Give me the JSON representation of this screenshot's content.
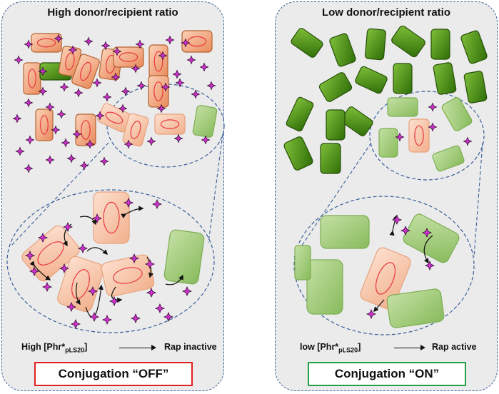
{
  "left_panel": {
    "title": "High donor/recipient ratio",
    "caption": {
      "prefix": "High [Phr*",
      "subscript": "pLS20",
      "suffix": "]",
      "result": "Rap inactive"
    },
    "state_label": "Conjugation “OFF”",
    "state_color": "#e02020"
  },
  "right_panel": {
    "title": "Low donor/recipient ratio",
    "caption": {
      "prefix": "low [Phr*",
      "subscript": "pLS20",
      "suffix": "]",
      "result": "Rap active"
    },
    "state_label": "Conjugation “ON”",
    "state_color": "#21a045"
  },
  "colors": {
    "donor_cell": "#f4a77f",
    "donor_cell_light": "#f6c6a8",
    "recipient_cell": "#4f9a14",
    "recipient_cell_light": "#a3cd7a",
    "peptide": "#cc33cc",
    "border": "#3a5f9a"
  }
}
